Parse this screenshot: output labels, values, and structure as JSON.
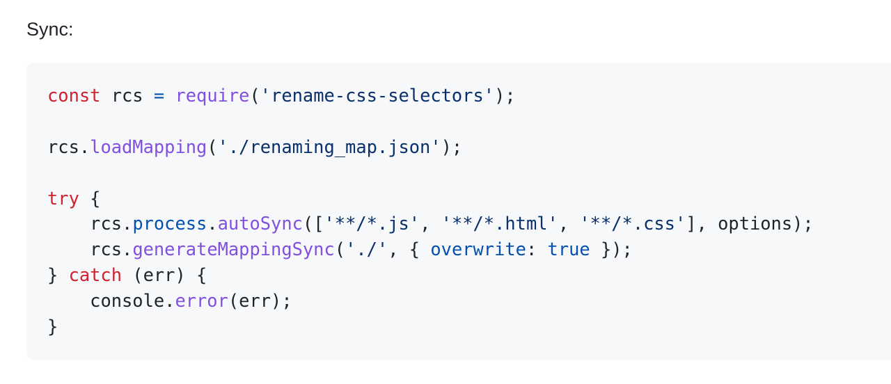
{
  "heading": "Sync:",
  "code": {
    "line1": {
      "kw": "const",
      "var": " rcs ",
      "op": "=",
      "sp": " ",
      "fn": "require",
      "open": "(",
      "str": "'rename-css-selectors'",
      "close": ");"
    },
    "line3": {
      "obj": "rcs.",
      "fn": "loadMapping",
      "open": "(",
      "str": "'./renaming_map.json'",
      "close": ");"
    },
    "line5": {
      "kw": "try",
      "rest": " {"
    },
    "line6": {
      "indent": "    ",
      "obj": "rcs.",
      "prop": "process",
      "dot": ".",
      "fn": "autoSync",
      "open": "([",
      "str1": "'**/*.js'",
      "sep1": ", ",
      "str2": "'**/*.html'",
      "sep2": ", ",
      "str3": "'**/*.css'",
      "close": "], options);"
    },
    "line7": {
      "indent": "    ",
      "obj": "rcs.",
      "fn": "generateMappingSync",
      "open": "(",
      "str": "'./'",
      "mid": ", { ",
      "prop": "overwrite",
      "colon": ": ",
      "bool": "true",
      "close": " });"
    },
    "line8": {
      "pre": "} ",
      "kw": "catch",
      "rest": " (err) {"
    },
    "line9": {
      "indent": "    ",
      "obj": "console.",
      "fn": "error",
      "close": "(err);"
    },
    "line10": {
      "brace": "}"
    }
  }
}
